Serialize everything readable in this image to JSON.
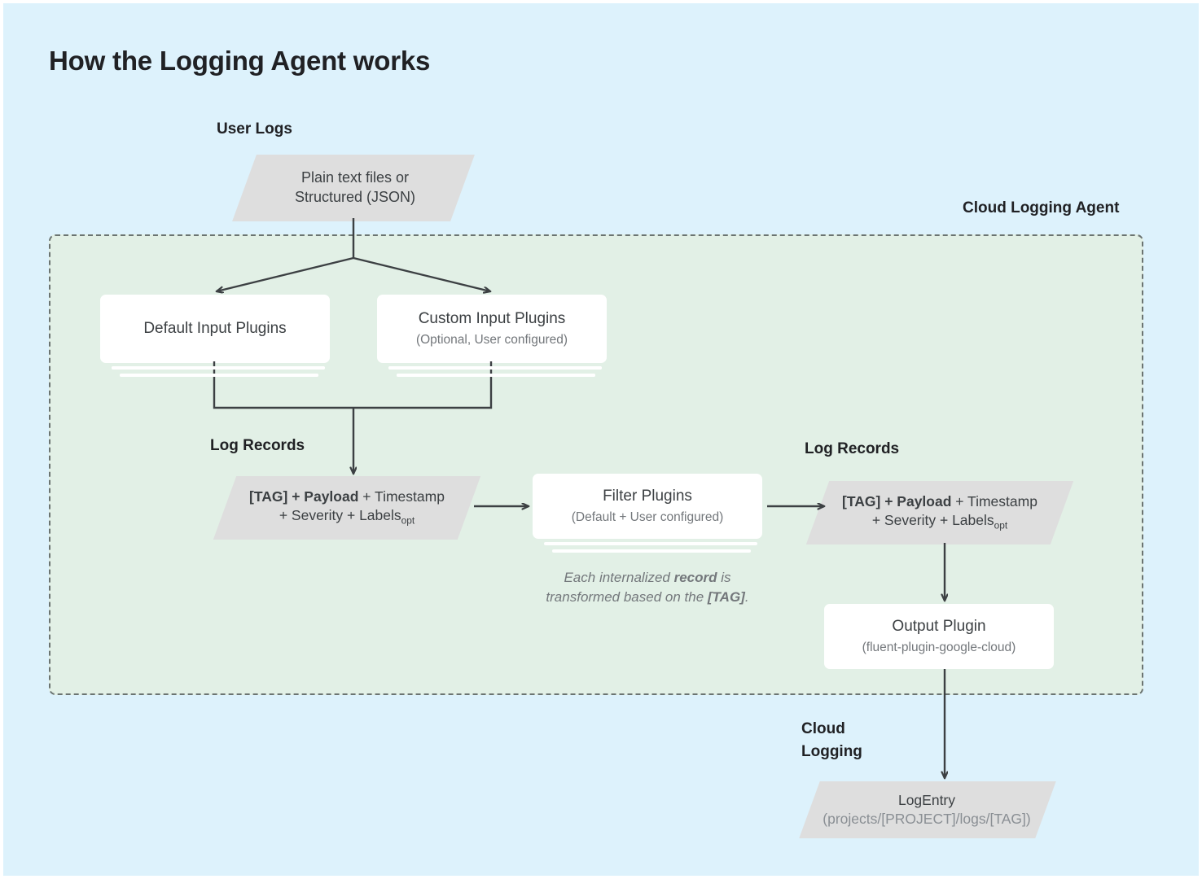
{
  "colors": {
    "page_background": "#ddf2fc",
    "agent_fill": "#e2f0e6",
    "agent_border": "#6b7471",
    "parallelogram_fill": "#dedede",
    "card_fill": "#ffffff",
    "text_primary": "#202124",
    "text_body": "#3c4043",
    "text_muted": "#73777b",
    "connector": "#3c4043"
  },
  "title": "How the Logging Agent works",
  "labels": {
    "user_logs": "User Logs",
    "cloud_logging_agent": "Cloud Logging Agent",
    "log_records_left": "Log Records",
    "log_records_right": "Log Records",
    "cloud_logging": "Cloud\nLogging"
  },
  "nodes": {
    "user_logs_source": {
      "line1": "Plain text files or",
      "line2": "Structured (JSON)"
    },
    "default_input_plugins": {
      "line1": "Default Input Plugins",
      "line2": ""
    },
    "custom_input_plugins": {
      "line1": "Custom Input Plugins",
      "line2": "(Optional, User configured)"
    },
    "log_record_left": {
      "bold_part": "[TAG] + Payload",
      "rest_line1": " + Timestamp",
      "line2": "+ Severity + Labels",
      "subscript": "opt"
    },
    "filter_plugins": {
      "line1": "Filter Plugins",
      "line2": "(Default + User configured)"
    },
    "log_record_right": {
      "bold_part": "[TAG] + Payload",
      "rest_line1": " + Timestamp",
      "line2": "+ Severity + Labels",
      "subscript": "opt"
    },
    "output_plugin": {
      "line1": "Output Plugin",
      "line2": "(fluent-plugin-google-cloud)"
    },
    "log_entry": {
      "line1": "LogEntry",
      "line2": "(projects/[PROJECT]/logs/[TAG])"
    }
  },
  "annotation": {
    "part1": "Each internalized ",
    "bold1": "record",
    "part2": " is",
    "part3": "transformed based on the ",
    "bold2": "[TAG]",
    "part4": "."
  }
}
